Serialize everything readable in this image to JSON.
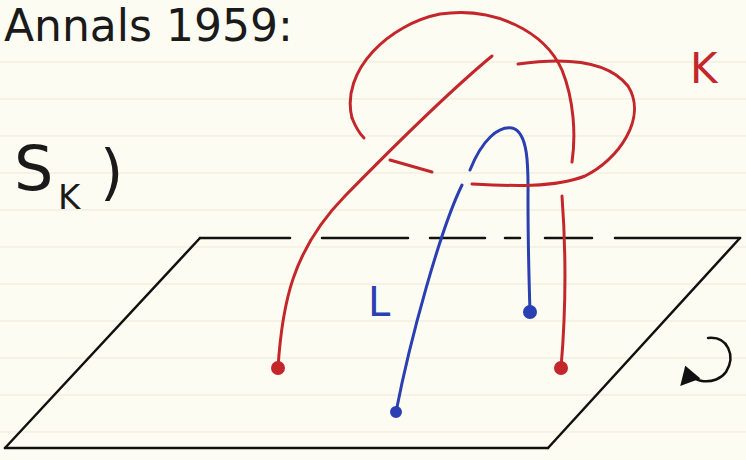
{
  "diagram": {
    "labels": [
      "Annals 1959:",
      "S",
      "K",
      ")",
      "K",
      "L"
    ]
  }
}
